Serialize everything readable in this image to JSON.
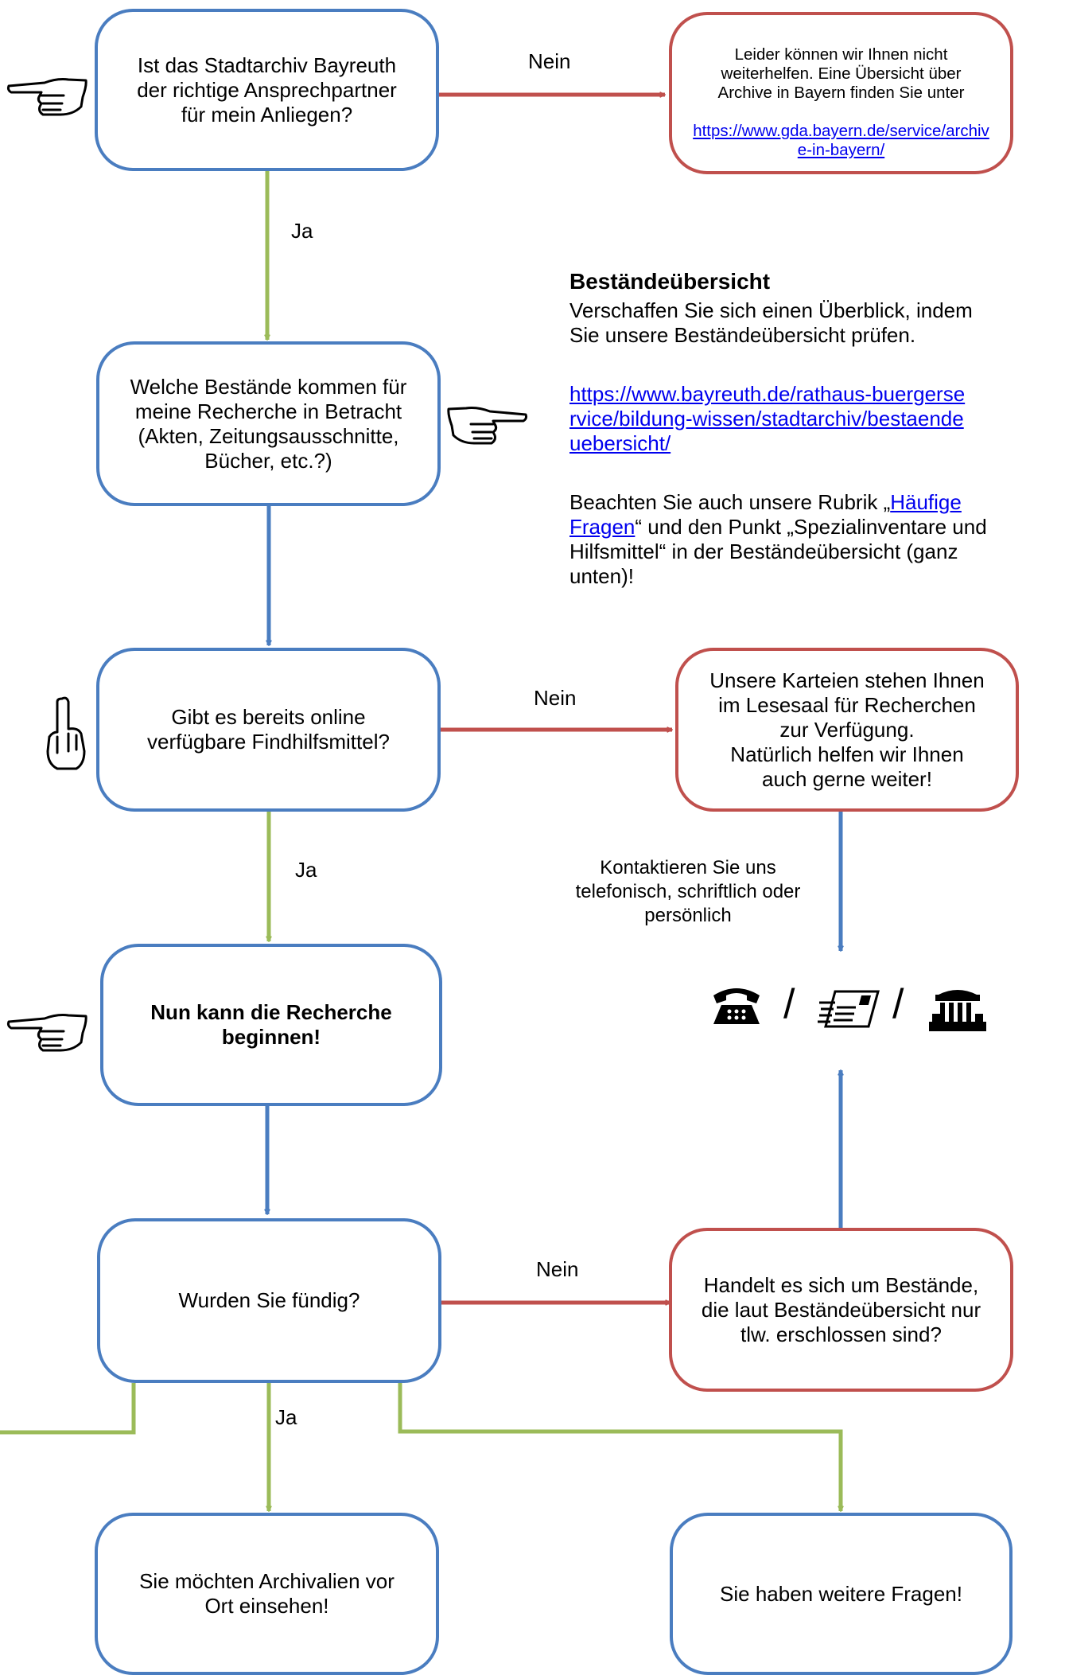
{
  "boxes": {
    "q1": "Ist das Stadtarchiv Bayreuth\nder richtige Ansprechpartner\nfür mein Anliegen?",
    "no_help_prefix": "Leider können wir Ihnen nicht\nweiterhelfen. Eine Übersicht über\nArchive in Bayern finden Sie unter",
    "no_help_link": "https://www.gda.bayern.de/service/archive-in-bayern/",
    "q2": "Welche Bestände kommen für\nmeine Recherche in Betracht\n(Akten, Zeitungsausschnitte,\nBücher, etc.?)",
    "q3": "Gibt es bereits online\nverfügbare Findhilfsmittel?",
    "karteien": "Unsere Karteien stehen Ihnen\nim Lesesaal für Recherchen\nzur Verfügung.\nNatürlich helfen wir Ihnen\nauch gerne weiter!",
    "start": "Nun kann die Recherche\nbeginnen!",
    "q4": "Wurden Sie fündig?",
    "q5": "Handelt es sich um Bestände,\ndie laut Beständeübersicht nur\ntlw. erschlossen sind?",
    "archive": "Sie möchten Archivalien vor\nOrt einsehen!",
    "questions": "Sie haben weitere Fragen!"
  },
  "labels": {
    "nein1": "Nein",
    "ja1": "Ja",
    "nein2": "Nein",
    "ja2": "Ja",
    "nein3": "Nein",
    "ja3": "Ja",
    "contact": "Kontaktieren Sie uns\ntelefonisch, schriftlich oder\npersönlich",
    "sep1": "/",
    "sep2": "/"
  },
  "info": {
    "title": "Beständeübersicht",
    "text": "Verschaffen Sie sich einen Überblick, indem\nSie unsere Beständeübersicht prüfen.",
    "link": "https://www.bayreuth.de/rathaus-buergerservice/bildung-wissen/stadtarchiv/bestaendeuebersicht/",
    "note_prefix": "Beachten Sie auch unsere Rubrik „",
    "note_link": "Häufige Fragen",
    "note_suffix": "“ und den Punkt „Spezialinventare und Hilfsmittel“ in der Beständeübersicht (ganz unten)!"
  },
  "icons": [
    "pointing-hand-right-icon",
    "pointing-hand-left-icon",
    "pointing-hand-up-icon",
    "telephone-icon",
    "letter-icon",
    "museum-icon"
  ],
  "colors": {
    "blue": "#4a7dc0",
    "red": "#c0504d",
    "green": "#9bbb59"
  }
}
